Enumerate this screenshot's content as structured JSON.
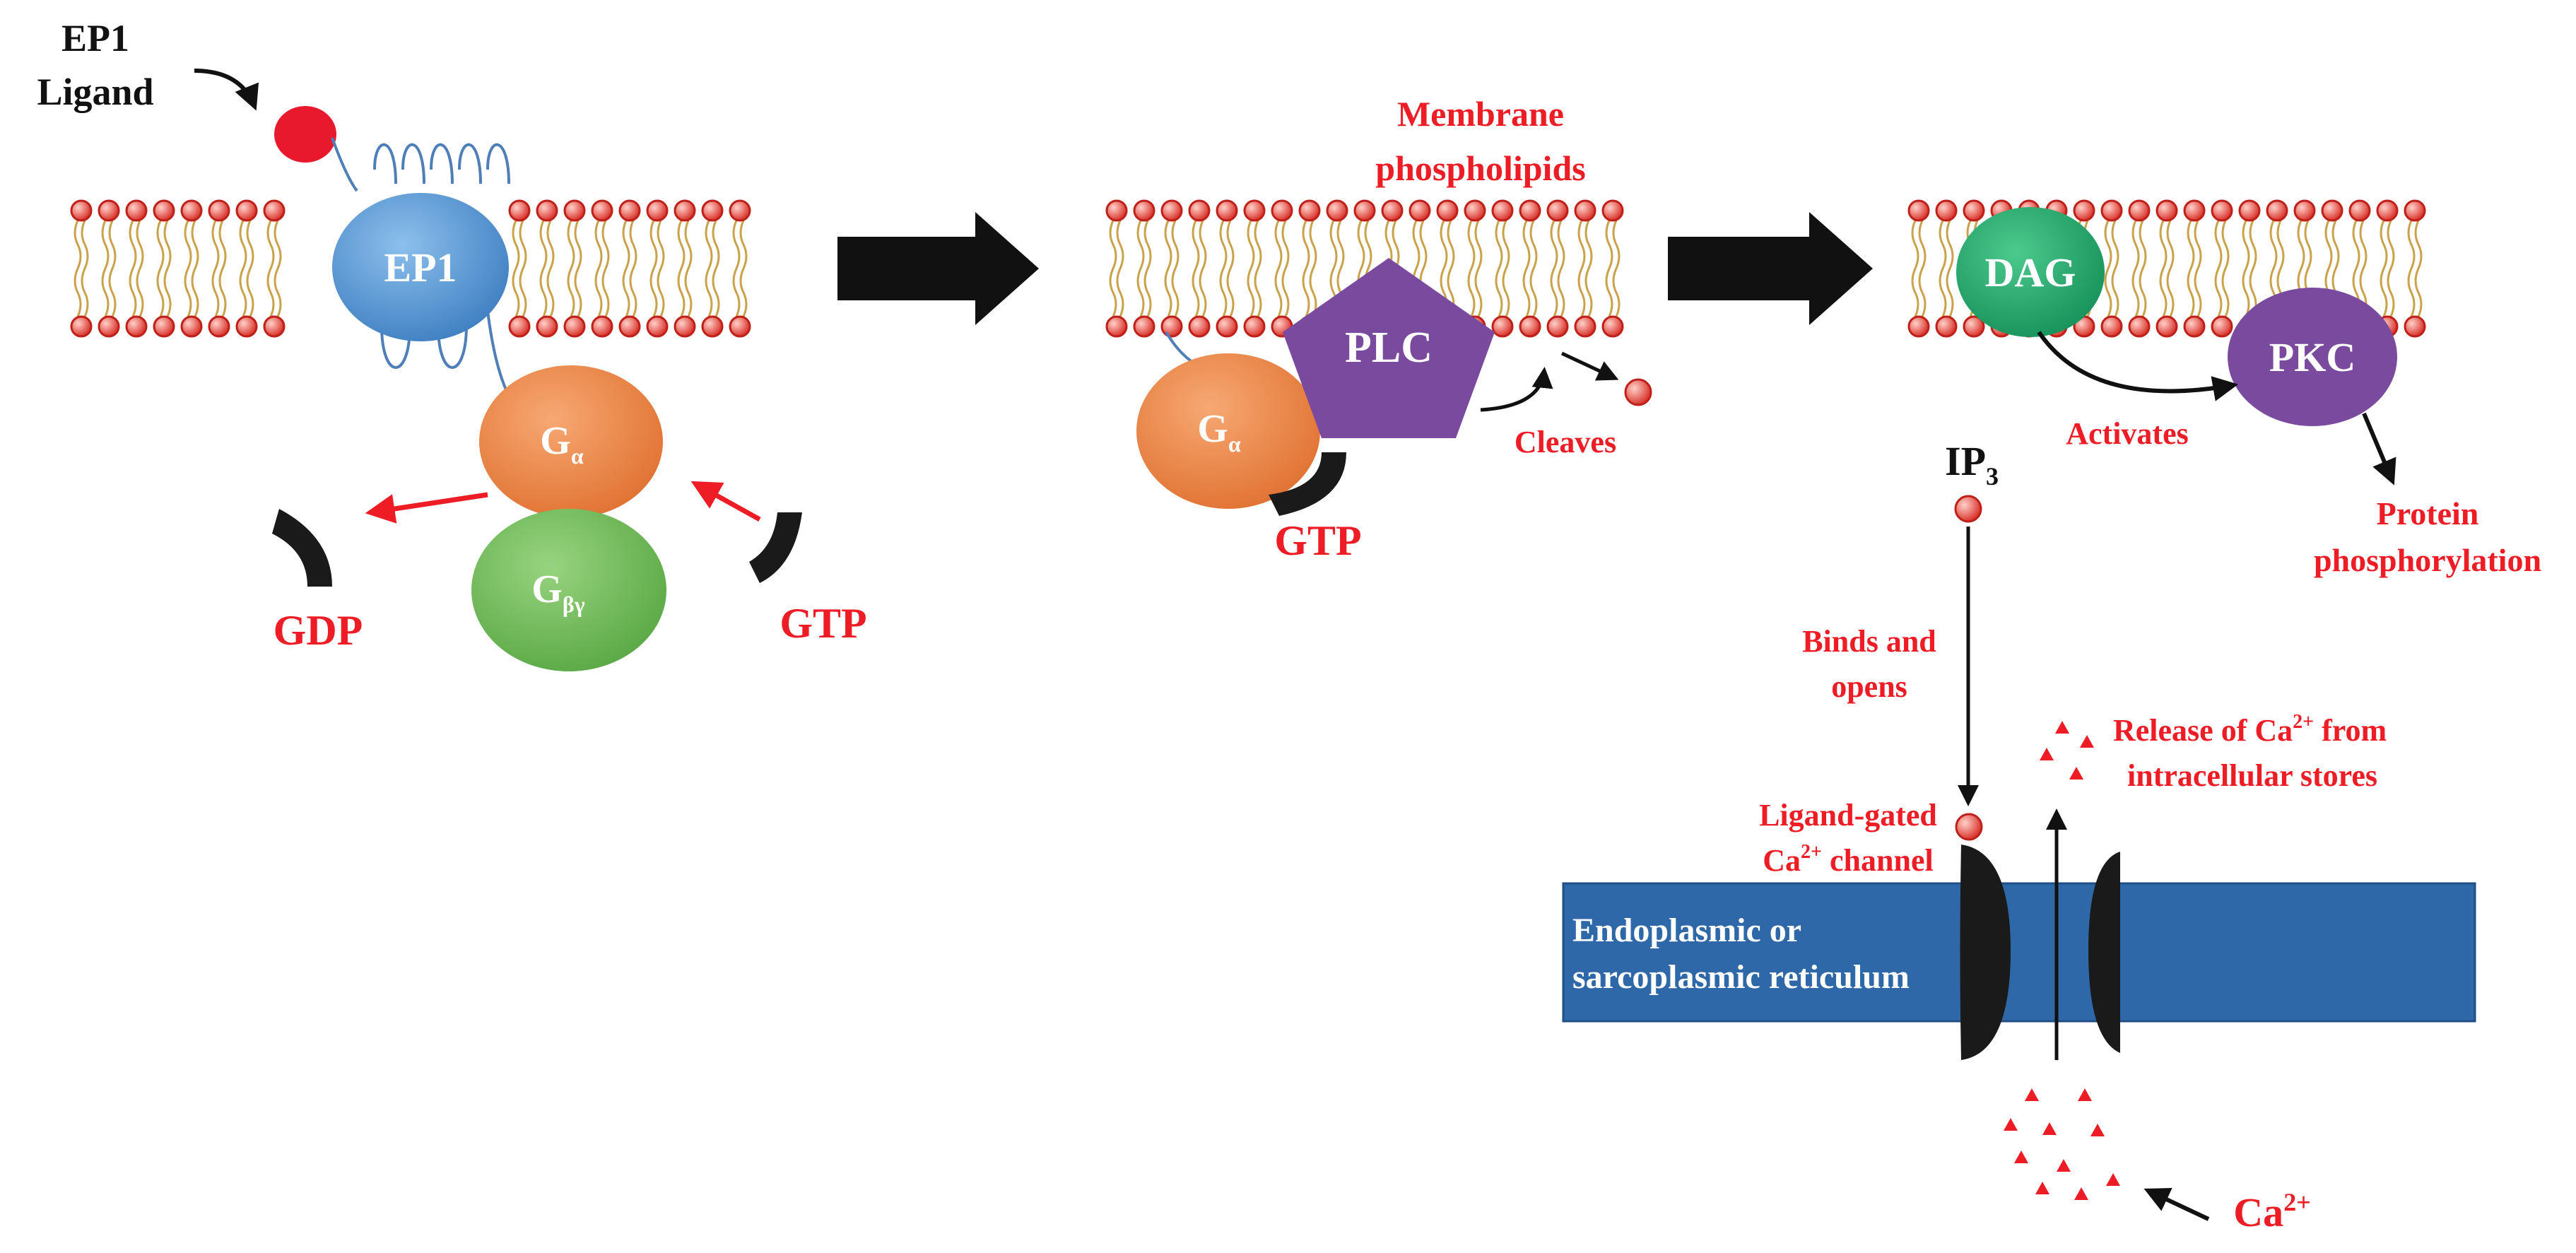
{
  "colors": {
    "red_label": "#ee1c25",
    "ep1_receptor": "#4f8fcf",
    "g_alpha": "#ef8545",
    "g_beta_gamma": "#6fbd57",
    "plc": "#7a4a9e",
    "dag": "#22a86a",
    "pkc": "#7a4a9e",
    "er_membrane": "#2f68a8",
    "channel": "#1a1a1a",
    "lipid_head": "#e8403a",
    "lipid_tail": "#c9a24a"
  },
  "panel1": {
    "ligand_label_1": "EP1",
    "ligand_label_2": "Ligand",
    "receptor_label": "EP1",
    "g_alpha_main": "G",
    "g_alpha_sub": "α",
    "g_bg_main": "G",
    "g_bg_sub": "βγ",
    "gdp_label": "GDP",
    "gtp_label": "GTP"
  },
  "panel2": {
    "membrane_label_1": "Membrane",
    "membrane_label_2": "phospholipids",
    "plc_label": "PLC",
    "g_alpha_main": "G",
    "g_alpha_sub": "α",
    "gtp_label": "GTP",
    "cleaves_label": "Cleaves"
  },
  "panel3": {
    "dag_label": "DAG",
    "pkc_label": "PKC",
    "activates_label": "Activates",
    "protein_label_1": "Protein",
    "protein_label_2": "phosphorylation",
    "ip3_main": "IP",
    "ip3_sub": "3",
    "binds_label_1": "Binds and",
    "binds_label_2": "opens",
    "channel_label_1": "Ligand-gated",
    "channel_label_2_pre": "Ca",
    "channel_label_2_sup": "2+",
    "channel_label_2_post": " channel",
    "release_label_1_pre": "Release of Ca",
    "release_label_1_sup": "2+",
    "release_label_1_post": " from",
    "release_label_2": "intracellular stores",
    "er_label_1": "Endoplasmic or",
    "er_label_2": "sarcoplasmic reticulum",
    "ca_main": "Ca",
    "ca_sup": "2+"
  }
}
